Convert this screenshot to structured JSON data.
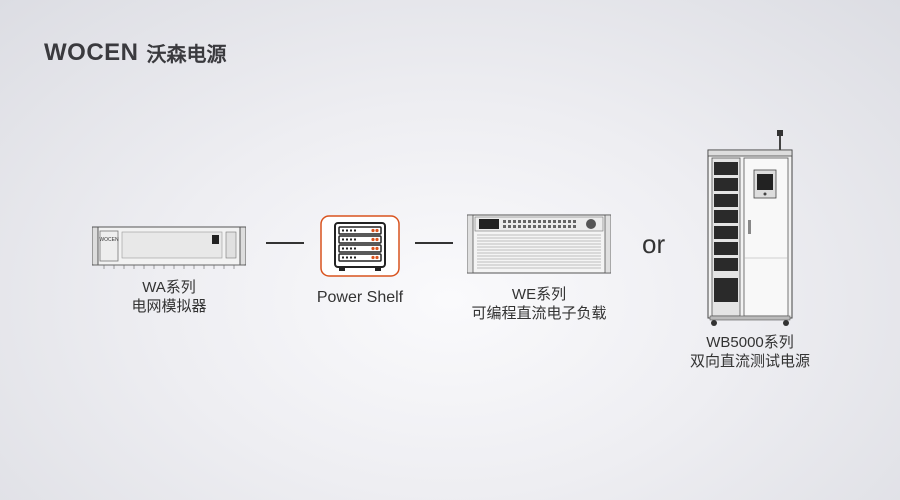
{
  "brand": {
    "logo_text": "WOCEN",
    "logo_cn": "沃森电源"
  },
  "devices": {
    "wa": {
      "line1": "WA系列",
      "line2": "电网模拟器",
      "panel_text": "WOCEN"
    },
    "power_shelf": {
      "label": "Power Shelf"
    },
    "we": {
      "line1": "WE系列",
      "line2": "可编程直流电子负载"
    },
    "wb": {
      "line1": "WB5000系列",
      "line2": "双向直流测试电源"
    }
  },
  "connector_text": {
    "or": "or"
  },
  "colors": {
    "accent": "#d9531e",
    "text": "#333333",
    "logo": "#3a3a3e"
  }
}
